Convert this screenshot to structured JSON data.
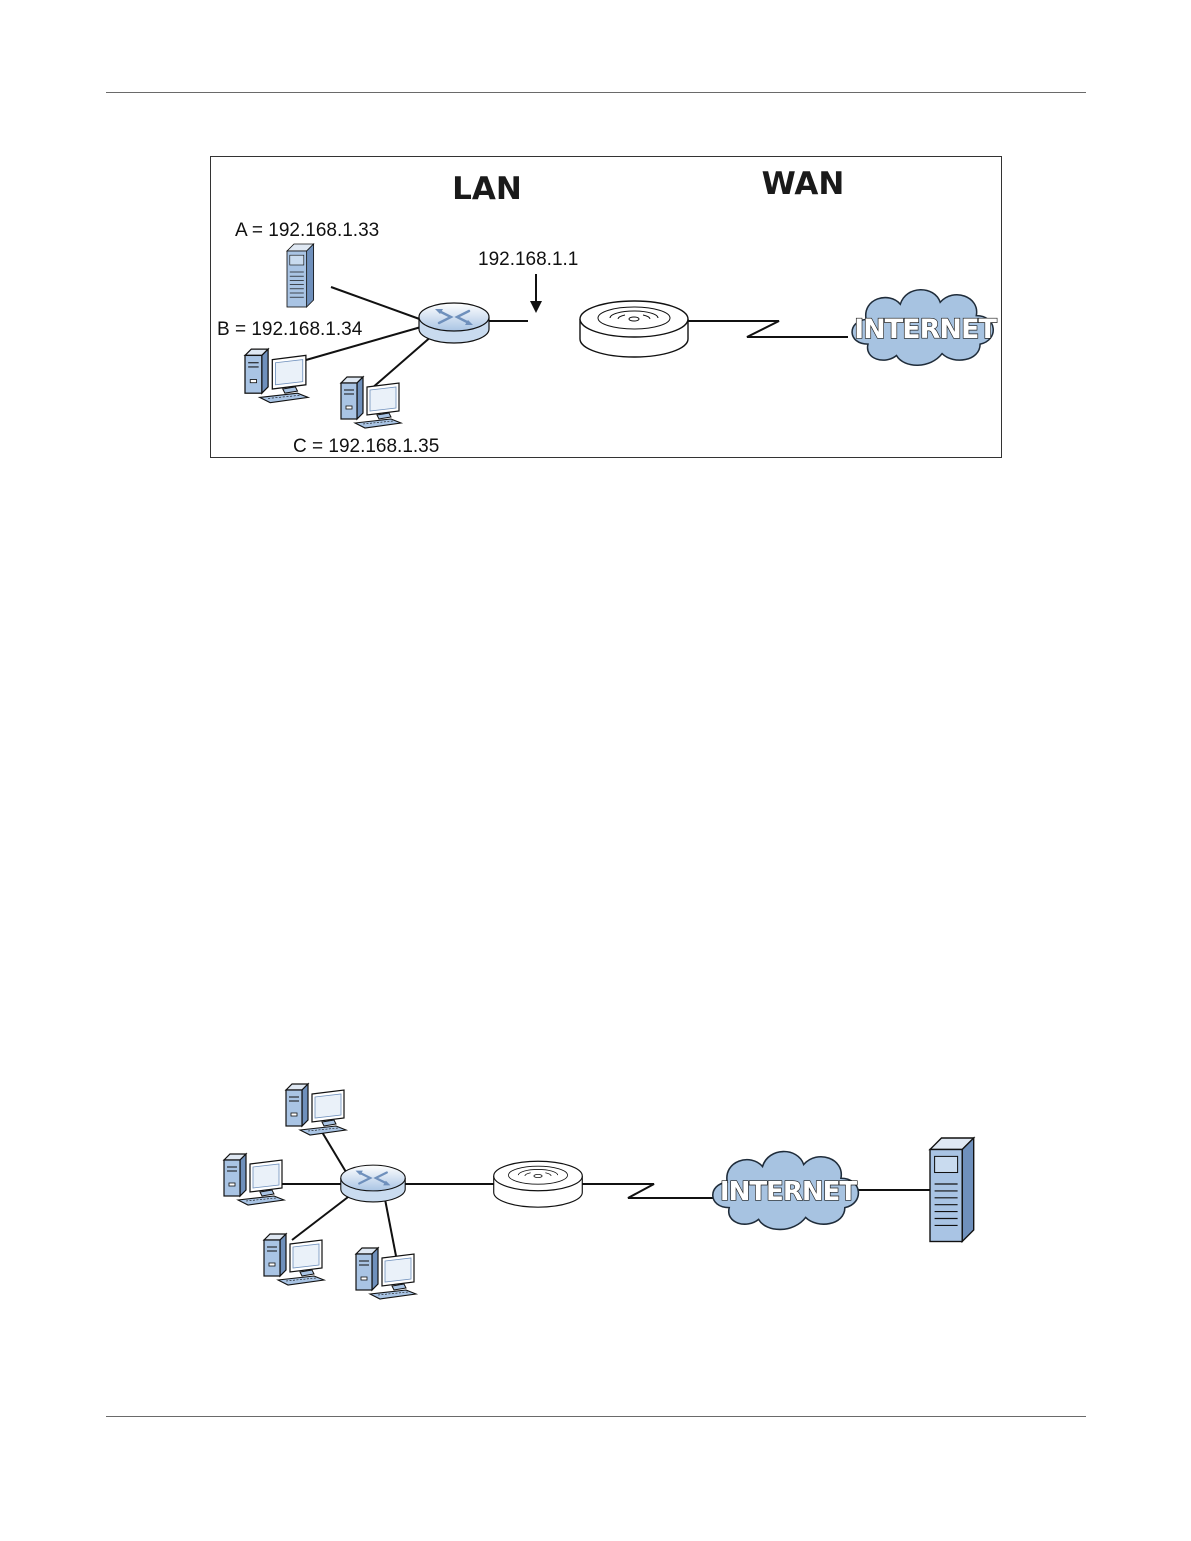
{
  "diagram1": {
    "lan_label": "LAN",
    "wan_label": "WAN",
    "host_a_label": "A = 192.168.1.33",
    "host_b_label": "B = 192.168.1.34",
    "host_c_label": "C = 192.168.1.35",
    "gateway_ip_label": "192.168.1.1",
    "internet_label": "INTERNET"
  },
  "diagram2": {
    "internet_label": "INTERNET"
  },
  "colors": {
    "device_blue": "#a9c4e4",
    "device_blue_dark": "#6f90bc",
    "cloud_fill": "#a7c3e1",
    "line": "#111111"
  }
}
